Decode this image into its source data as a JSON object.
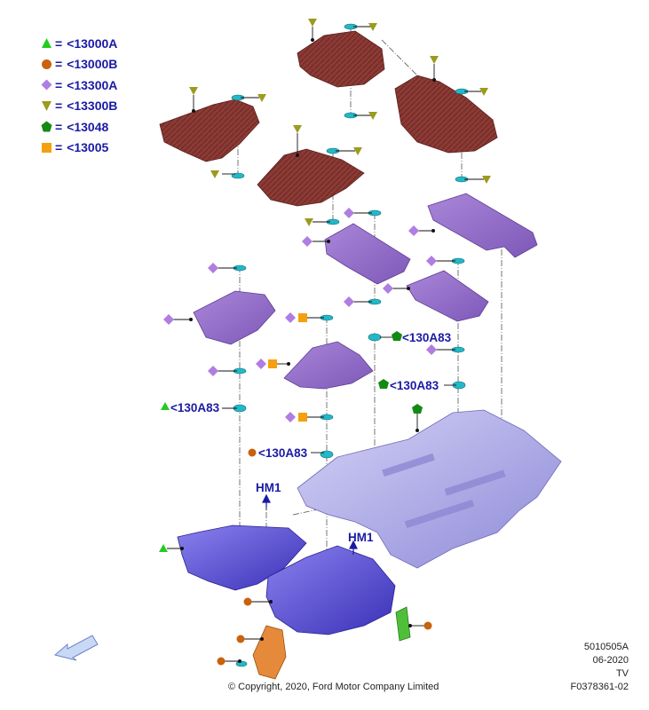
{
  "legend": [
    {
      "shape": "triangle-up",
      "color": "#22cc22",
      "label": "<13000A"
    },
    {
      "shape": "circle",
      "color": "#c8620c",
      "label": "<13000B"
    },
    {
      "shape": "diamond",
      "color": "#b07de0",
      "label": "<13300A"
    },
    {
      "shape": "triangle-down",
      "color": "#9b9b1e",
      "label": "<13300B"
    },
    {
      "shape": "pentagon",
      "color": "#138a13",
      "label": "<13048"
    },
    {
      "shape": "square",
      "color": "#f5a00e",
      "label": "<13005"
    }
  ],
  "legend_eq": "=",
  "callouts": {
    "c1": "<130A83",
    "c2": "<130A83",
    "c3": "<130A83",
    "c4": "<130A83",
    "hm_left": "HM1",
    "hm_right": "HM1"
  },
  "footer": {
    "copyright": "© Copyright, 2020, Ford Motor Company Limited",
    "ref1": "5010505A",
    "ref2": "06-2020",
    "ref3": "TV",
    "ref4": "F0378361-02"
  },
  "colors": {
    "mat_red": "#8c3a35",
    "insert_purple": "#9a73c9",
    "carpet_blue": "#5a50d8",
    "floor_lavender": "#a9a6e6",
    "pad_orange": "#e48a3a",
    "pad_green": "#4fbf3a",
    "clip_cyan": "#23b8c8",
    "arrow_blue": "#8aa8e0"
  }
}
